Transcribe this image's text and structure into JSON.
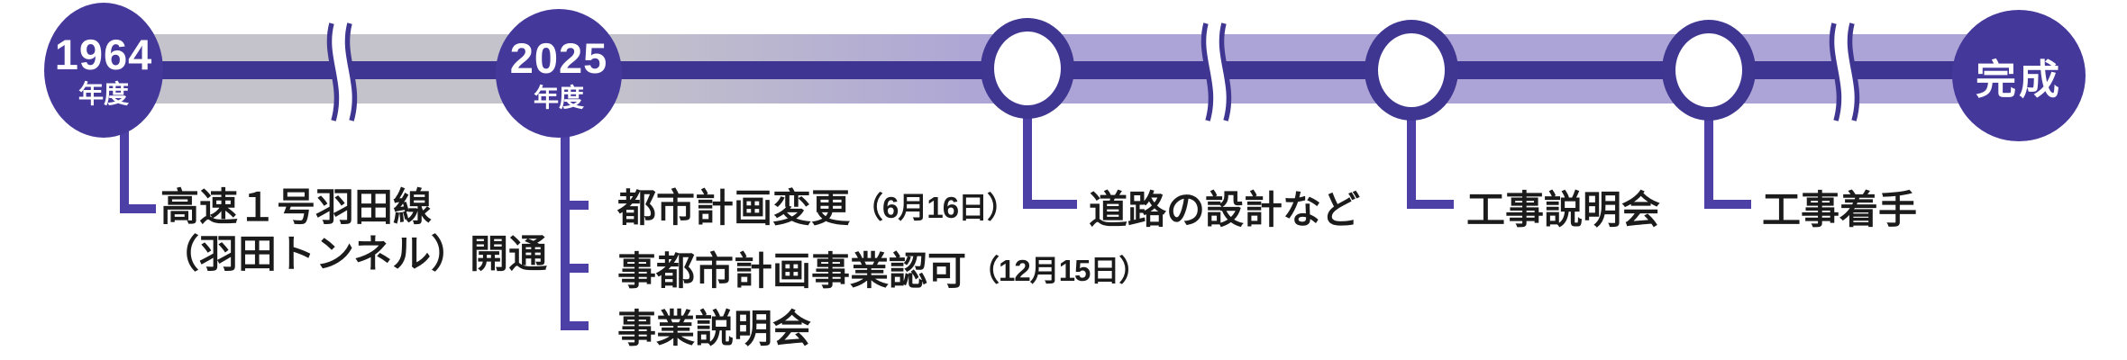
{
  "colors": {
    "deep_purple_bar": "#3E3491",
    "node_purple": "#44399A",
    "ring_purple": "#3F3691",
    "connector_purple": "#4C3FA6",
    "light_purple_band": "#ACA4D6",
    "gray_band": "#C4C3CB",
    "text_black": "#1B1B1B",
    "white": "#FFFFFF"
  },
  "timeline": {
    "nodes": {
      "start": {
        "year": "1964",
        "era_suffix": "年度",
        "label_line1": "高速１号羽田線",
        "label_line2": "（羽田トンネル）開通"
      },
      "year2025": {
        "year": "2025",
        "era_suffix": "年度",
        "branch1": "都市計画変更",
        "branch1_date": "（6月16日）",
        "branch2": "事都市計画事業認可",
        "branch2_date": "（12月15日）",
        "branch3": "事業説明会"
      },
      "milestone3": {
        "label": "道路の設計など"
      },
      "milestone4": {
        "label": "工事説明会"
      },
      "milestone5": {
        "label": "工事着手"
      },
      "end": {
        "label": "完成"
      }
    }
  }
}
